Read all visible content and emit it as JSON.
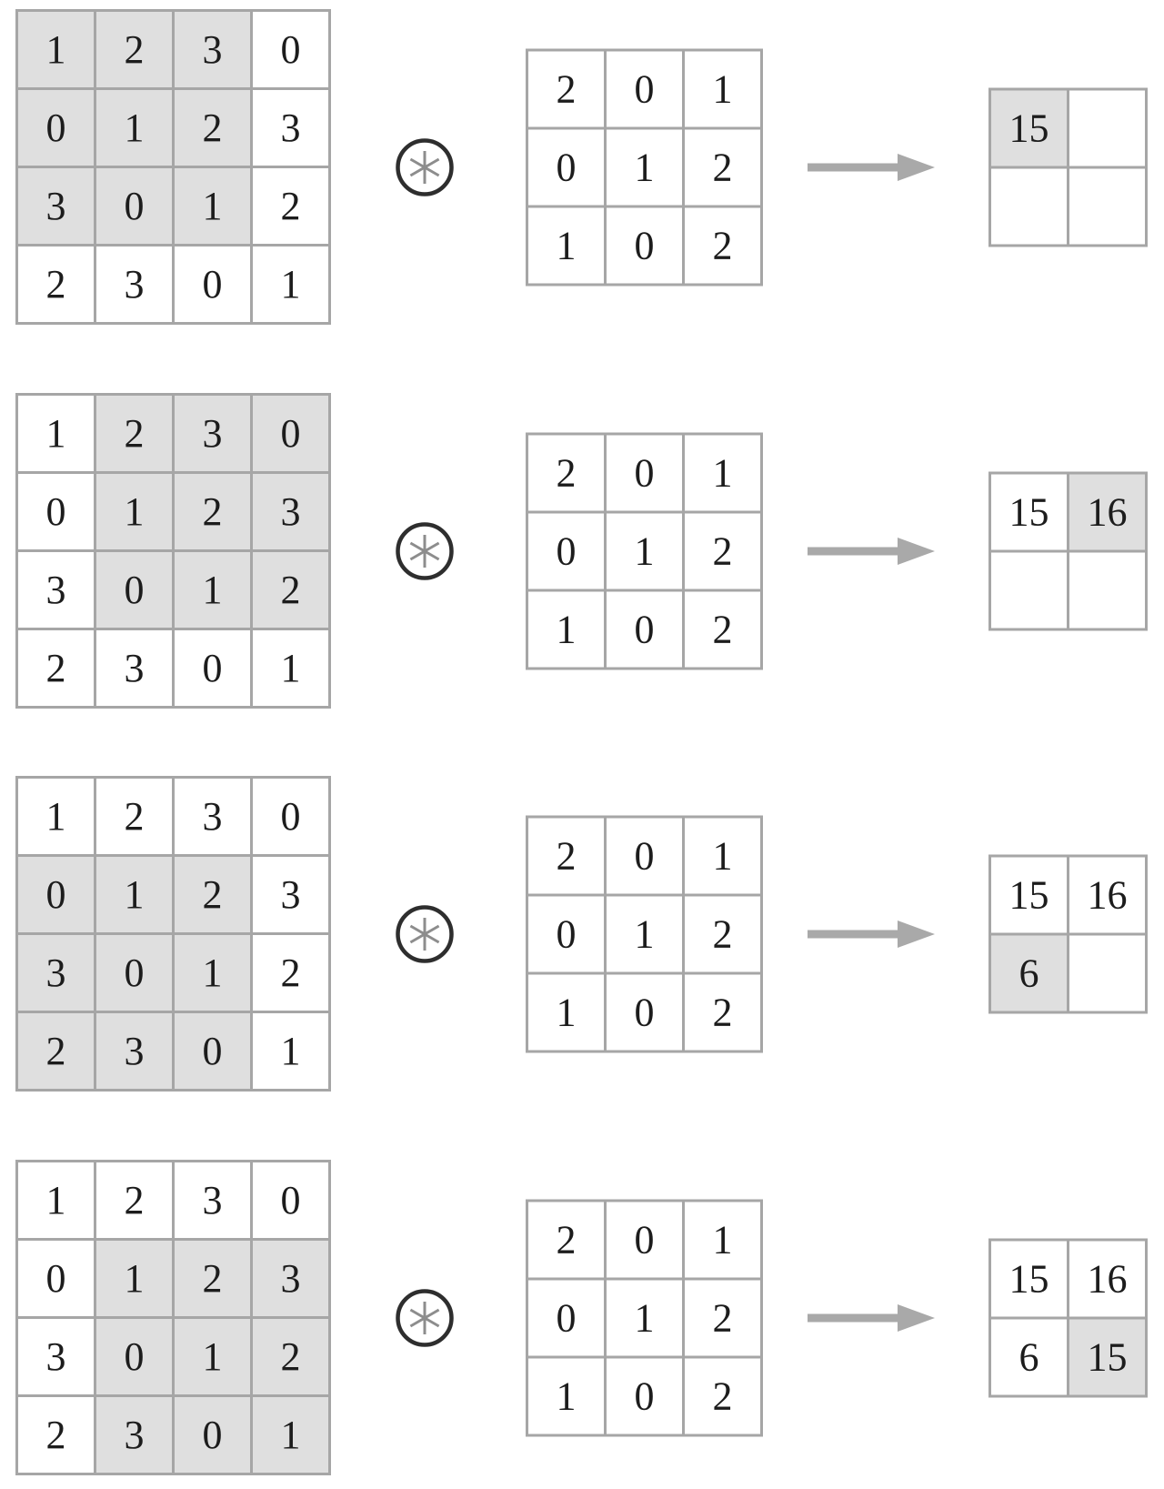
{
  "figure": {
    "description_visible_content_only": "four-step 2D convolution diagram",
    "operator": {
      "glyph": "∗",
      "icon": "circled-asterisk"
    },
    "arrow": {
      "direction": "right"
    }
  },
  "colors": {
    "highlight": "#dfdfdf",
    "border": "#a6a6a6",
    "ink": "#1c1c1c",
    "arrow": "#a9a9a9",
    "circle": "#2e2e2e",
    "asterisk": "#8d8d8d"
  },
  "steps": [
    {
      "input": {
        "values": [
          [
            1,
            2,
            3,
            0
          ],
          [
            0,
            1,
            2,
            3
          ],
          [
            3,
            0,
            1,
            2
          ],
          [
            2,
            3,
            0,
            1
          ]
        ],
        "highlight": {
          "row_start": 0,
          "row_end": 2,
          "col_start": 0,
          "col_end": 2
        }
      },
      "kernel": {
        "values": [
          [
            2,
            0,
            1
          ],
          [
            0,
            1,
            2
          ],
          [
            1,
            0,
            2
          ]
        ]
      },
      "output": {
        "values": [
          [
            "15",
            ""
          ],
          [
            "",
            ""
          ]
        ],
        "highlight": {
          "row": 0,
          "col": 0
        }
      }
    },
    {
      "input": {
        "values": [
          [
            1,
            2,
            3,
            0
          ],
          [
            0,
            1,
            2,
            3
          ],
          [
            3,
            0,
            1,
            2
          ],
          [
            2,
            3,
            0,
            1
          ]
        ],
        "highlight": {
          "row_start": 0,
          "row_end": 2,
          "col_start": 1,
          "col_end": 3
        }
      },
      "kernel": {
        "values": [
          [
            2,
            0,
            1
          ],
          [
            0,
            1,
            2
          ],
          [
            1,
            0,
            2
          ]
        ]
      },
      "output": {
        "values": [
          [
            "15",
            "16"
          ],
          [
            "",
            ""
          ]
        ],
        "highlight": {
          "row": 0,
          "col": 1
        }
      }
    },
    {
      "input": {
        "values": [
          [
            1,
            2,
            3,
            0
          ],
          [
            0,
            1,
            2,
            3
          ],
          [
            3,
            0,
            1,
            2
          ],
          [
            2,
            3,
            0,
            1
          ]
        ],
        "highlight": {
          "row_start": 1,
          "row_end": 3,
          "col_start": 0,
          "col_end": 2
        }
      },
      "kernel": {
        "values": [
          [
            2,
            0,
            1
          ],
          [
            0,
            1,
            2
          ],
          [
            1,
            0,
            2
          ]
        ]
      },
      "output": {
        "values": [
          [
            "15",
            "16"
          ],
          [
            "6",
            ""
          ]
        ],
        "highlight": {
          "row": 1,
          "col": 0
        }
      }
    },
    {
      "input": {
        "values": [
          [
            1,
            2,
            3,
            0
          ],
          [
            0,
            1,
            2,
            3
          ],
          [
            3,
            0,
            1,
            2
          ],
          [
            2,
            3,
            0,
            1
          ]
        ],
        "highlight": {
          "row_start": 1,
          "row_end": 3,
          "col_start": 1,
          "col_end": 3
        }
      },
      "kernel": {
        "values": [
          [
            2,
            0,
            1
          ],
          [
            0,
            1,
            2
          ],
          [
            1,
            0,
            2
          ]
        ]
      },
      "output": {
        "values": [
          [
            "15",
            "16"
          ],
          [
            "6",
            "15"
          ]
        ],
        "highlight": {
          "row": 1,
          "col": 1
        }
      }
    }
  ]
}
